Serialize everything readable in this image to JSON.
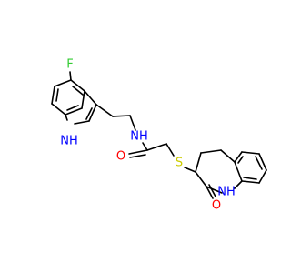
{
  "molecule": {
    "atoms": {
      "fluorine": {
        "text": "F",
        "color": "#33cc33"
      },
      "indole_nh": {
        "text": "NH",
        "color": "#0000ff"
      },
      "amide_nh": {
        "text": "NH",
        "color": "#0000ff"
      },
      "amide_o": {
        "text": "O",
        "color": "#ff0000"
      },
      "sulfur": {
        "text": "S",
        "color": "#cccc00"
      },
      "lactam_o": {
        "text": "O",
        "color": "#ff0000"
      },
      "lactam_nh": {
        "text": "NH",
        "color": "#0000ff"
      }
    },
    "bond_color": "#000000",
    "background": "#ffffff"
  }
}
